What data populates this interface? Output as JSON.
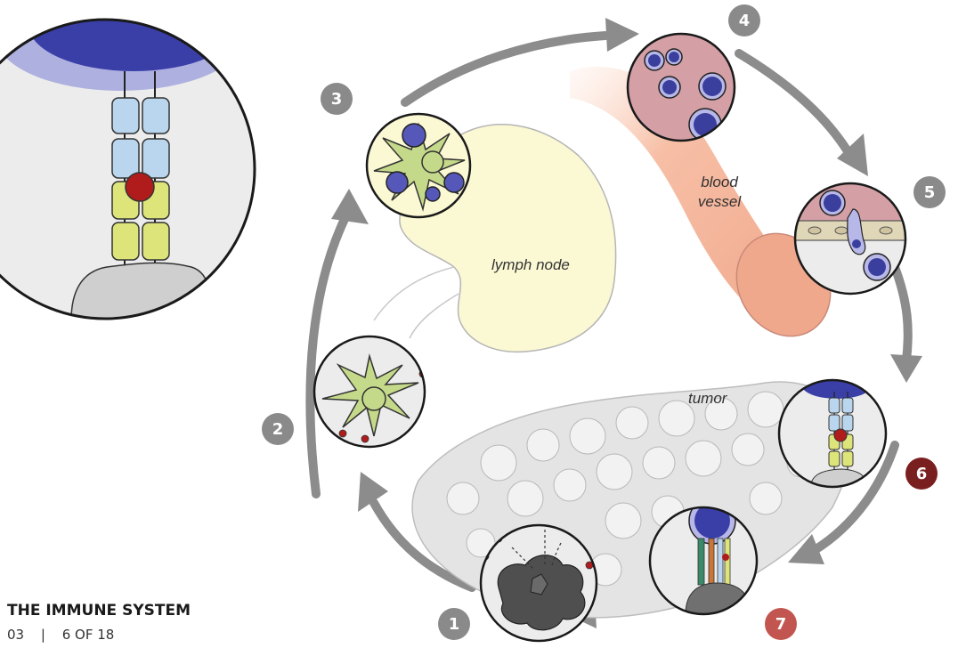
{
  "labels": {
    "lymph_node": "lymph node",
    "blood_vessel_line1": "blood",
    "blood_vessel_line2": "vessel",
    "tumor": "tumor"
  },
  "steps": [
    {
      "number": "1",
      "color": "#8a8a8a"
    },
    {
      "number": "2",
      "color": "#8a8a8a"
    },
    {
      "number": "3",
      "color": "#8a8a8a"
    },
    {
      "number": "4",
      "color": "#8a8a8a"
    },
    {
      "number": "5",
      "color": "#8a8a8a"
    },
    {
      "number": "6",
      "color": "#7a1f1f"
    },
    {
      "number": "7",
      "color": "#c2554f"
    }
  ],
  "footer": {
    "title": "THE IMMUNE SYSTEM",
    "section": "03",
    "separator": "|",
    "page": "6 OF 18"
  },
  "colors": {
    "cycle_arrow": "#8c8c8c",
    "dendritic_cell": "#c5d98a",
    "t_cell": "#3a3f9e",
    "tcr": "#b9d6ee",
    "mhc": "#dde47a",
    "antigen": "#b01c1c",
    "blood": "#d4a0a6",
    "vessel": "#f3b49a",
    "lymph_node": "#fbf8d4",
    "tumor_cell": "#e0e0e0"
  }
}
